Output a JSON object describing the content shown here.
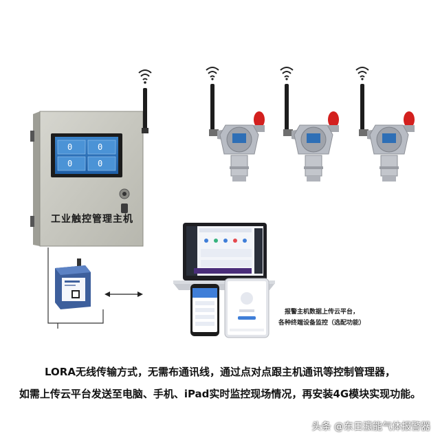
{
  "cabinet": {
    "label": "工业触控管理主机",
    "screen_values": [
      "0",
      "0",
      "0",
      "0"
    ]
  },
  "annotation": {
    "line1": "报警主机数据上传云平台，",
    "line2": "各种终端设备监控（选配功能）"
  },
  "caption": {
    "line1": "LORA无线传输方式，无需布通讯线，通过点对点跟主机通讯等控制管理器，",
    "line2": "如需上传云平台发送至电脑、手机、iPad实时监控现场情况，再安装4G模块实现功能。"
  },
  "watermark": "头条 @东日瀛能气体报警器",
  "colors": {
    "cabinet": "#c9c9c2",
    "screen": "#2b6db3",
    "detector": "#b8bcc4",
    "alarm_light": "#d3201e"
  }
}
